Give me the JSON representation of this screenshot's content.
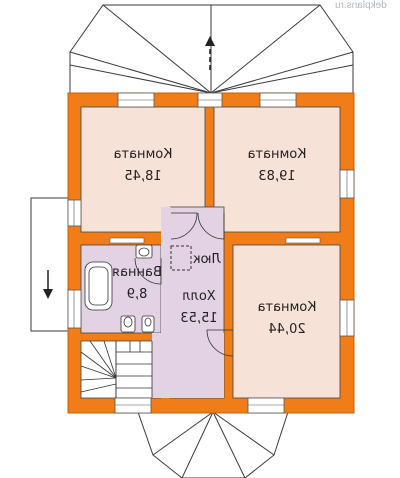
{
  "watermark": "dekplans.ru",
  "rooms": [
    {
      "id": "room-top-left",
      "name": "Комната",
      "area": "18,45"
    },
    {
      "id": "room-top-right",
      "name": "Комната",
      "area": "19,83"
    },
    {
      "id": "room-right",
      "name": "Комната",
      "area": "20,44"
    },
    {
      "id": "bathroom",
      "name": "Ванная",
      "area": "8,9"
    },
    {
      "id": "hall",
      "name": "Холл",
      "area": "15,53"
    }
  ],
  "hatch_label": "Люк",
  "colors": {
    "wall": "#f07d18",
    "wall_outline": "#c9600c",
    "room_fill": "#f6e2d6",
    "bath_hall_fill": "#e2d2e4",
    "line": "#3a3a3a"
  },
  "icons": [
    "arrow-up-icon",
    "arrow-down-icon",
    "bathtub-icon",
    "sink-icon",
    "toilet-icon",
    "staircase-icon",
    "door-swing-icon"
  ]
}
